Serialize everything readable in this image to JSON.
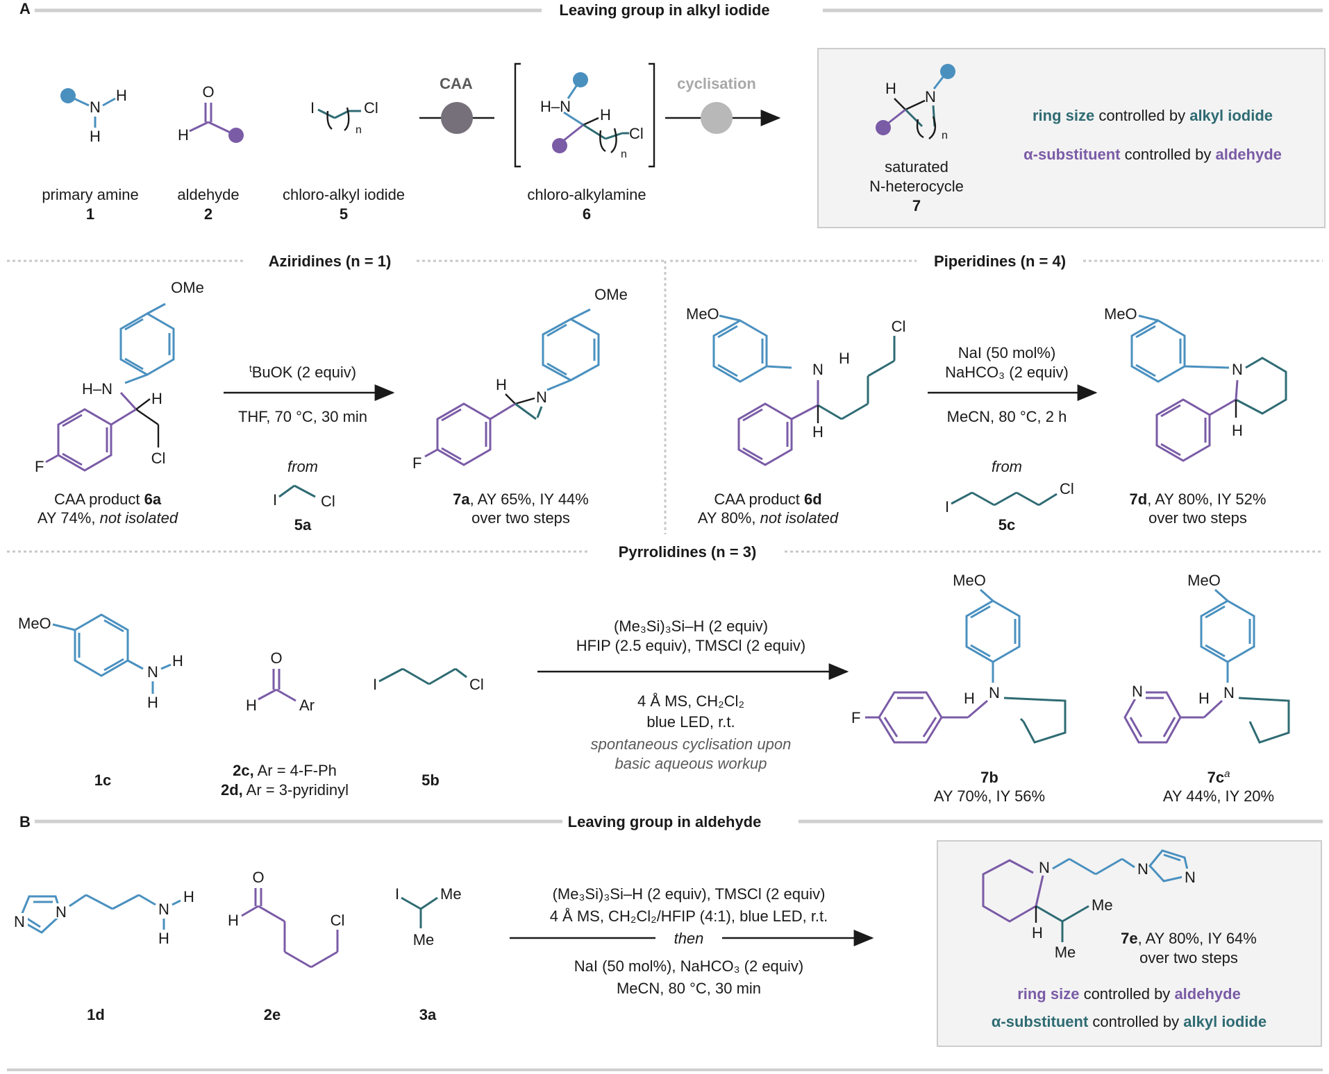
{
  "section_a": {
    "letter": "A",
    "title": "Leaving group in alkyl iodide",
    "amine_label": "primary amine",
    "amine_num": "1",
    "aldehyde_label": "aldehyde",
    "aldehyde_num": "2",
    "iodide_label": "chloro-alkyl iodide",
    "iodide_num": "5",
    "step1": "CAA",
    "step2": "cyclisation",
    "intermediate_label": "chloro-alkylamine",
    "intermediate_num": "6",
    "product_label_1": "saturated",
    "product_label_2": "N-heterocycle",
    "product_num": "7",
    "note1_a": "ring size",
    "note1_b": "controlled by",
    "note1_c": "alkyl iodide",
    "note2_a": "α-substituent",
    "note2_b": "controlled by",
    "note2_c": "aldehyde"
  },
  "aziridines": {
    "title": "Aziridines (n = 1)",
    "reagent_sup": "t",
    "reagent": "BuOK (2 equiv)",
    "conditions": "THF, 70 °C, 30 min",
    "from": "from",
    "iodide_num": "5a",
    "sm_label_a": "CAA product ",
    "sm_label_b": "6a",
    "sm_yield_a": "AY 74%, ",
    "sm_yield_b": "not isolated",
    "prod_a": "7a",
    "prod_b": ", AY 65%, IY 44%",
    "prod_c": "over two steps"
  },
  "piperidines": {
    "title": "Piperidines (n = 4)",
    "reagent1": "NaI (50 mol%)",
    "reagent2": "NaHCO₃ (2 equiv)",
    "conditions": "MeCN, 80 °C, 2 h",
    "from": "from",
    "iodide_num": "5c",
    "sm_label_a": "CAA product ",
    "sm_label_b": "6d",
    "sm_yield_a": "AY 80%, ",
    "sm_yield_b": "not isolated",
    "prod_a": "7d",
    "prod_b": ", AY 80%, IY 52%",
    "prod_c": "over two steps"
  },
  "pyrrolidines": {
    "title": "Pyrrolidines (n = 3)",
    "cond1": "(Me₃Si)₃Si–H (2 equiv)",
    "cond2": "HFIP (2.5 equiv), TMSCl (2 equiv)",
    "cond3": "4 Å MS, CH₂Cl₂",
    "cond4": "blue LED, r.t.",
    "note1": "spontaneous cyclisation upon",
    "note2": "basic aqueous workup",
    "amine_num": "1c",
    "ald1_a": "2c,",
    "ald1_b": " Ar = 4-F-Ph",
    "ald2_a": "2d,",
    "ald2_b": " Ar = 3-pyridinyl",
    "iodide_num": "5b",
    "prod1_num": "7b",
    "prod1_yield": "AY 70%, IY 56%",
    "prod2_num": "7c",
    "prod2_sup": "a",
    "prod2_yield": "AY 44%, IY 20%"
  },
  "section_b": {
    "letter": "B",
    "title": "Leaving group in aldehyde",
    "cond1": "(Me₃Si)₃Si–H (2 equiv), TMSCl (2 equiv)",
    "cond2": "4 Å MS, CH₂Cl₂/HFIP (4:1), blue LED, r.t.",
    "cond3": "then",
    "cond4": "NaI (50 mol%), NaHCO₃ (2 equiv)",
    "cond5": "MeCN, 80 °C, 30 min",
    "amine_num": "1d",
    "aldehyde_num": "2e",
    "iodide_num": "3a",
    "prod_a": "7e",
    "prod_b": ", AY 80%, IY 64%",
    "prod_c": "over two steps",
    "note1_a": "ring size",
    "note1_b": "controlled by",
    "note1_c": "aldehyde",
    "note2_a": "α-substituent",
    "note2_b": "controlled by",
    "note2_c": "alkyl iodide"
  },
  "atoms": {
    "N": "N",
    "H": "H",
    "O": "O",
    "I": "I",
    "Cl": "Cl",
    "F": "F",
    "OMe": "OMe",
    "MeO": "MeO",
    "Me": "Me",
    "Ar": "Ar",
    "n": "n",
    "HN": "H–N",
    "HN2": "H–N"
  },
  "colors": {
    "amine": "#4a90bf",
    "aldehyde": "#7a5ba6",
    "iodide": "#2f6b73",
    "caa_dot": "#76707a",
    "cyc_dot": "#b8b8b8"
  }
}
